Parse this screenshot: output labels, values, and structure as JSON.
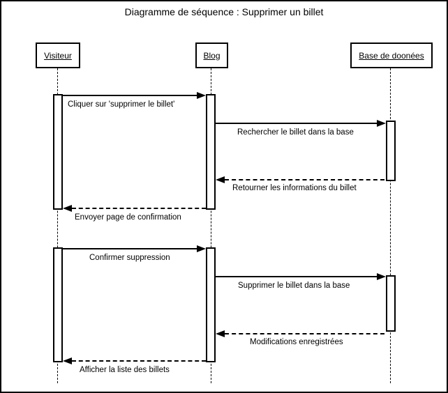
{
  "title": "Diagramme de séquence : Supprimer un billet",
  "diagram_type": "uml-sequence-diagram",
  "colors": {
    "background": "#ffffff",
    "line": "#000000",
    "text": "#000000"
  },
  "actors": [
    {
      "name": "Visiteur"
    },
    {
      "name": "Blog"
    },
    {
      "name": "Base de doonées"
    }
  ],
  "messages": [
    {
      "label": "Cliquer sur 'supprimer le billet'",
      "from": "Visiteur",
      "to": "Blog",
      "style": "solid"
    },
    {
      "label": "Rechercher le billet dans la base",
      "from": "Blog",
      "to": "Base de doonées",
      "style": "solid"
    },
    {
      "label": "Retourner les informations du billet",
      "from": "Base de doonées",
      "to": "Blog",
      "style": "dashed"
    },
    {
      "label": "Envoyer page de confirmation",
      "from": "Blog",
      "to": "Visiteur",
      "style": "dashed"
    },
    {
      "label": "Confirmer suppression",
      "from": "Visiteur",
      "to": "Blog",
      "style": "solid"
    },
    {
      "label": "Supprimer le billet dans la base",
      "from": "Blog",
      "to": "Base de doonées",
      "style": "solid"
    },
    {
      "label": "Modifications enregistrées",
      "from": "Base de doonées",
      "to": "Blog",
      "style": "dashed"
    },
    {
      "label": "Afficher la liste des billets",
      "from": "Blog",
      "to": "Visiteur",
      "style": "dashed"
    }
  ]
}
